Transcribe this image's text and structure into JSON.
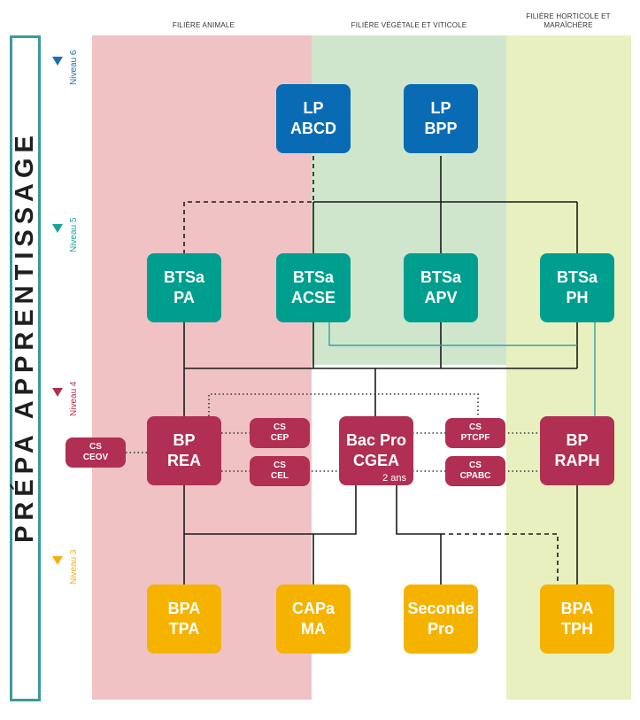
{
  "side_label": "PRÉPA APPRENTISSAGE",
  "columns": [
    {
      "id": "animale",
      "title": "FILIÈRE ANIMALE"
    },
    {
      "id": "vegetale",
      "title": "FILIÈRE VÉGÉTALE ET VITICOLE"
    },
    {
      "id": "horticole",
      "title": "FILIÈRE HORTICOLE ET MARAÎCHÈRE"
    }
  ],
  "levels": [
    {
      "label": "Niveau 6",
      "color": "#1a6fb3"
    },
    {
      "label": "Niveau 5",
      "color": "#1aa39a"
    },
    {
      "label": "Niveau 4",
      "color": "#b03050"
    },
    {
      "label": "Niveau 3",
      "color": "#f2b10f"
    }
  ],
  "colors": {
    "zone_animale": "#f0c2c4",
    "zone_vegetale": "#cfe6cc",
    "zone_horticole": "#e8f0c0",
    "level6": "#0a6bb5",
    "level5": "#009e8e",
    "level4": "#b02f52",
    "level3": "#f5b300",
    "connector": "#1a1a1a",
    "link_teal": "#3aa0a8"
  },
  "nodes": {
    "lp_abcd": {
      "line1": "LP",
      "line2": "ABCD"
    },
    "lp_bpp": {
      "line1": "LP",
      "line2": "BPP"
    },
    "btsa_pa": {
      "line1": "BTSa",
      "line2": "PA"
    },
    "btsa_acse": {
      "line1": "BTSa",
      "line2": "ACSE"
    },
    "btsa_apv": {
      "line1": "BTSa",
      "line2": "APV"
    },
    "btsa_ph": {
      "line1": "BTSa",
      "line2": "PH"
    },
    "bp_rea": {
      "line1": "BP",
      "line2": "REA"
    },
    "bac_pro": {
      "line1": "Bac Pro",
      "line2": "CGEA",
      "note": "2 ans"
    },
    "bp_raph": {
      "line1": "BP",
      "line2": "RAPH"
    },
    "cs_ceov": {
      "line1": "CS",
      "line2": "CEOV"
    },
    "cs_cep": {
      "line1": "CS",
      "line2": "CEP"
    },
    "cs_cel": {
      "line1": "CS",
      "line2": "CEL"
    },
    "cs_ptcpf": {
      "line1": "CS",
      "line2": "PTCPF"
    },
    "cs_cpabc": {
      "line1": "CS",
      "line2": "CPABC"
    },
    "bpa_tpa": {
      "line1": "BPA",
      "line2": "TPA"
    },
    "capa_ma": {
      "line1": "CAPa",
      "line2": "MA"
    },
    "seconde_pro": {
      "line1": "Seconde",
      "line2": "Pro"
    },
    "bpa_tph": {
      "line1": "BPA",
      "line2": "TPH"
    }
  }
}
